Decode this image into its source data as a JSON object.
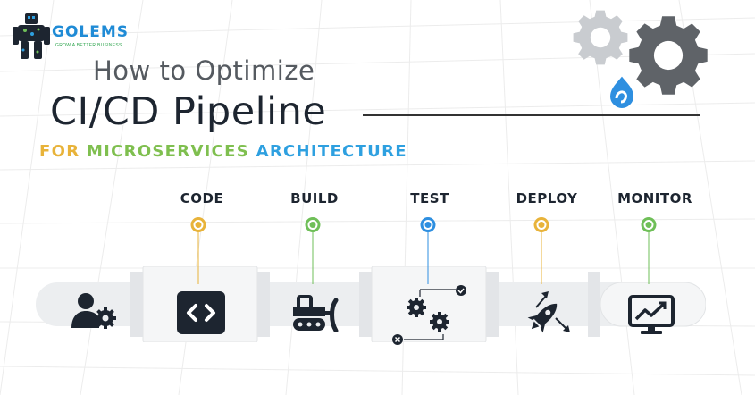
{
  "logo": {
    "brand": "GOLEMS",
    "tagline": "GROW A BETTER BUSINESS"
  },
  "header": {
    "title_line1": "How to Optimize",
    "title_line2": "CI/CD Pipeline",
    "subtitle_word1": "FOR",
    "subtitle_word2": "MICROSERVICES",
    "subtitle_word3": "ARCHITECTURE"
  },
  "stages": [
    {
      "label": "CODE",
      "color": "#e8b33a",
      "icon": "code-icon"
    },
    {
      "label": "BUILD",
      "color": "#6fbf58",
      "icon": "bulldozer-icon"
    },
    {
      "label": "TEST",
      "color": "#2e8fe0",
      "icon": "gears-test-icon"
    },
    {
      "label": "DEPLOY",
      "color": "#e8b33a",
      "icon": "rocket-icon"
    },
    {
      "label": "MONITOR",
      "color": "#6fbf58",
      "icon": "monitor-chart-icon"
    }
  ],
  "start_icon": "user-settings-icon",
  "decor": {
    "gears": "gears-icon",
    "drupal": "drupal-icon"
  },
  "colors": {
    "dark": "#1d2530",
    "yellow": "#e8b33a",
    "green": "#7fbf4f",
    "blue": "#2ea0e0"
  }
}
